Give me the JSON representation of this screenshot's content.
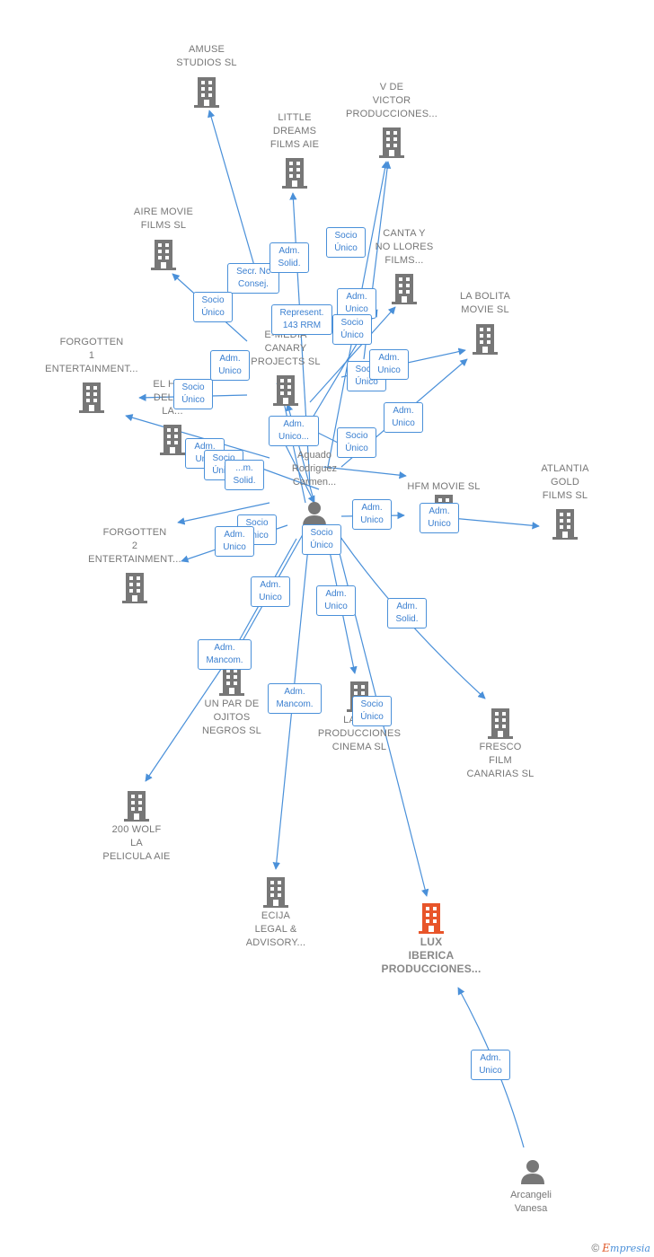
{
  "colors": {
    "edge": "#4a90d9",
    "node": "#777777",
    "focus": "#e8552a"
  },
  "companies": [
    {
      "id": "amuse",
      "lines": [
        "AMUSE",
        "STUDIOS  SL"
      ],
      "focus": false
    },
    {
      "id": "vdevictor",
      "lines": [
        "V DE",
        "VICTOR",
        "PRODUCCIONES..."
      ],
      "focus": false
    },
    {
      "id": "littledreams",
      "lines": [
        "LITTLE",
        "DREAMS",
        "FILMS  AIE"
      ],
      "focus": false
    },
    {
      "id": "airemovie",
      "lines": [
        "AIRE MOVIE",
        "FILMS  SL"
      ],
      "focus": false
    },
    {
      "id": "cantay",
      "lines": [
        "CANTA Y",
        "NO LLORES",
        "FILMS..."
      ],
      "focus": false
    },
    {
      "id": "labolita",
      "lines": [
        "LA BOLITA",
        "MOVIE  SL"
      ],
      "focus": false
    },
    {
      "id": "forgotten1",
      "lines": [
        "FORGOTTEN",
        "1",
        "ENTERTAINMENT..."
      ],
      "focus": false
    },
    {
      "id": "emedia",
      "lines": [
        "E-MEDIA",
        "CANARY",
        "PROJECTS  SL"
      ],
      "focus": false
    },
    {
      "id": "elhombre",
      "lines": [
        "EL HO...",
        "DEL S...",
        "LA..."
      ],
      "focus": false
    },
    {
      "id": "hfm",
      "lines": [
        "HFM MOVIE  SL"
      ],
      "focus": false
    },
    {
      "id": "atlantia",
      "lines": [
        "ATLANTIA",
        "GOLD",
        "FILMS  SL"
      ],
      "focus": false
    },
    {
      "id": "forgotten2",
      "lines": [
        "FORGOTTEN",
        "2",
        "ENTERTAINMENT..."
      ],
      "focus": false
    },
    {
      "id": "unpar",
      "lines": [
        "UN PAR DE",
        "OJITOS",
        "NEGROS  SL"
      ],
      "focus": false
    },
    {
      "id": "lamirada",
      "lines": [
        "LA M...",
        "PRODUCCIONES",
        "CINEMA  SL"
      ],
      "focus": false
    },
    {
      "id": "fresco",
      "lines": [
        "FRESCO",
        "FILM",
        "CANARIAS  SL"
      ],
      "focus": false
    },
    {
      "id": "wolf",
      "lines": [
        "200 WOLF",
        "LA",
        "PELICULA AIE"
      ],
      "focus": false
    },
    {
      "id": "ecija",
      "lines": [
        "ECIJA",
        "LEGAL &",
        "ADVISORY..."
      ],
      "focus": false
    },
    {
      "id": "lux",
      "lines": [
        "LUX",
        "IBERICA",
        "PRODUCCIONES..."
      ],
      "focus": true
    }
  ],
  "persons": [
    {
      "id": "aguado",
      "lines": [
        "Aguado",
        "Rodriguez",
        "Carmen..."
      ]
    },
    {
      "id": "arcangeli",
      "lines": [
        "Arcangeli",
        "Vanesa"
      ]
    }
  ],
  "relations": [
    {
      "id": "r1",
      "lines": [
        "Secr.  Nc",
        "Consej."
      ]
    },
    {
      "id": "r2",
      "lines": [
        "Adm.",
        "Solid."
      ]
    },
    {
      "id": "r3",
      "lines": [
        "Socio",
        "Único"
      ]
    },
    {
      "id": "r4",
      "lines": [
        "Socio",
        "Único"
      ]
    },
    {
      "id": "r5",
      "lines": [
        "Represent.",
        "143 RRM"
      ]
    },
    {
      "id": "r6",
      "lines": [
        "Adm.",
        "Unico"
      ]
    },
    {
      "id": "r7",
      "lines": [
        "Socio",
        "Único"
      ]
    },
    {
      "id": "r8",
      "lines": [
        "Adm.",
        "Unico"
      ]
    },
    {
      "id": "r9",
      "lines": [
        "Socio",
        "Único"
      ]
    },
    {
      "id": "r10",
      "lines": [
        "Adm.",
        "Unico"
      ]
    },
    {
      "id": "r11",
      "lines": [
        "Socio",
        "Único"
      ]
    },
    {
      "id": "r12",
      "lines": [
        "Adm.",
        "Unico..."
      ]
    },
    {
      "id": "r13",
      "lines": [
        "Adm.",
        "Unico"
      ]
    },
    {
      "id": "r14",
      "lines": [
        "Socio",
        "Único"
      ]
    },
    {
      "id": "r15",
      "lines": [
        "Adm.",
        "Un..."
      ]
    },
    {
      "id": "r16",
      "lines": [
        "Socio",
        "Único"
      ]
    },
    {
      "id": "r17",
      "lines": [
        "...m.",
        "Solid."
      ]
    },
    {
      "id": "r18",
      "lines": [
        "Adm.",
        "Unico"
      ]
    },
    {
      "id": "r19",
      "lines": [
        "Adm.",
        "Unico"
      ]
    },
    {
      "id": "r20",
      "lines": [
        "Socio",
        "Único"
      ]
    },
    {
      "id": "r21",
      "lines": [
        "Socio",
        "Único"
      ]
    },
    {
      "id": "r22",
      "lines": [
        "Adm.",
        "Unico"
      ]
    },
    {
      "id": "r23",
      "lines": [
        "Adm.",
        "Unico"
      ]
    },
    {
      "id": "r24",
      "lines": [
        "Adm.",
        "Unico"
      ]
    },
    {
      "id": "r25",
      "lines": [
        "Adm.",
        "Solid."
      ]
    },
    {
      "id": "r26",
      "lines": [
        "Adm.",
        "Mancom."
      ]
    },
    {
      "id": "r27",
      "lines": [
        "Adm.",
        "Mancom."
      ]
    },
    {
      "id": "r28",
      "lines": [
        "Socio",
        "Único"
      ]
    },
    {
      "id": "r29",
      "lines": [
        "Adm.",
        "Unico"
      ]
    }
  ],
  "watermark": {
    "copyright": "©",
    "brand_initial": "E",
    "brand_rest": "mpresia"
  }
}
